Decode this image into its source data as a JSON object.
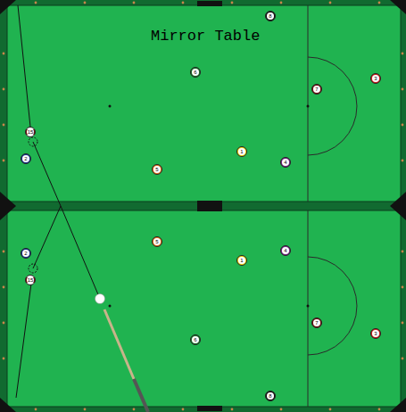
{
  "diagram": {
    "title": "Mirror Table",
    "nodes": [
      {
        "text": [
          "8"
        ]
      },
      {
        "text": [
          "6"
        ]
      },
      {
        "text": [
          "3"
        ]
      },
      {
        "text": [
          "7"
        ]
      },
      {
        "text": [
          "15"
        ]
      },
      {
        "text": [
          "1"
        ]
      },
      {
        "text": [
          "2"
        ]
      },
      {
        "text": [
          "4"
        ]
      },
      {
        "text": [
          "5"
        ]
      },
      {
        "text": [
          "5"
        ]
      },
      {
        "text": [
          "4"
        ]
      },
      {
        "text": [
          "2"
        ]
      },
      {
        "text": [
          "1"
        ]
      },
      {
        "text": [
          "15"
        ]
      },
      {
        "text": [
          "7"
        ]
      },
      {
        "text": [
          "3"
        ]
      },
      {
        "text": [
          "6"
        ]
      },
      {
        "text": [
          "8"
        ]
      }
    ]
  }
}
